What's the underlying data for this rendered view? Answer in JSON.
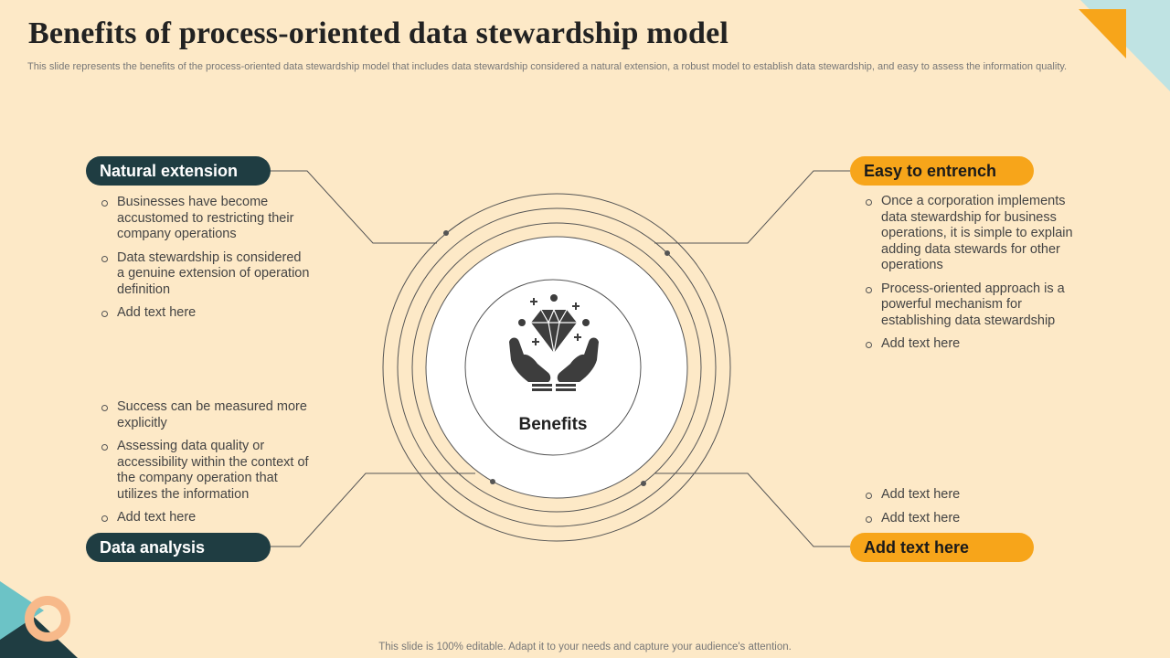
{
  "slide": {
    "title": "Benefits of process-oriented  data stewardship model",
    "subtitle": "This slide represents the benefits of the process-oriented data stewardship model that includes data stewardship considered a natural extension, a robust model to establish data stewardship, and easy to assess the information quality.",
    "footer": "This slide is 100% editable. Adapt it to your needs and capture your audience's attention."
  },
  "center": {
    "label": "Benefits",
    "icon": "diamond-in-hands-icon"
  },
  "natural_extension": {
    "heading": "Natural extension",
    "bullets": [
      "Businesses have become accustomed to restricting their company operations",
      "Data stewardship is considered a genuine extension of operation definition",
      "Add text here"
    ]
  },
  "data_analysis": {
    "heading": "Data analysis",
    "bullets": [
      "Success can be measured more explicitly",
      "Assessing data quality or accessibility within the context of the company operation that utilizes the information",
      "Add text here"
    ]
  },
  "easy_to_entrench": {
    "heading": "Easy to entrench",
    "bullets": [
      "Once a corporation implements data stewardship for business operations, it is simple to explain adding data stewards for other operations",
      "Process-oriented approach is a powerful mechanism for establishing data stewardship",
      "Add text here"
    ]
  },
  "add_text_block": {
    "heading": "Add text here",
    "bullets": [
      "Add text here",
      "Add text here"
    ]
  },
  "colors": {
    "background": "#fde9c7",
    "dark_teal": "#1f3d42",
    "orange": "#f7a51a",
    "light_teal": "#8fd3d6",
    "peach": "#f7b98a"
  }
}
